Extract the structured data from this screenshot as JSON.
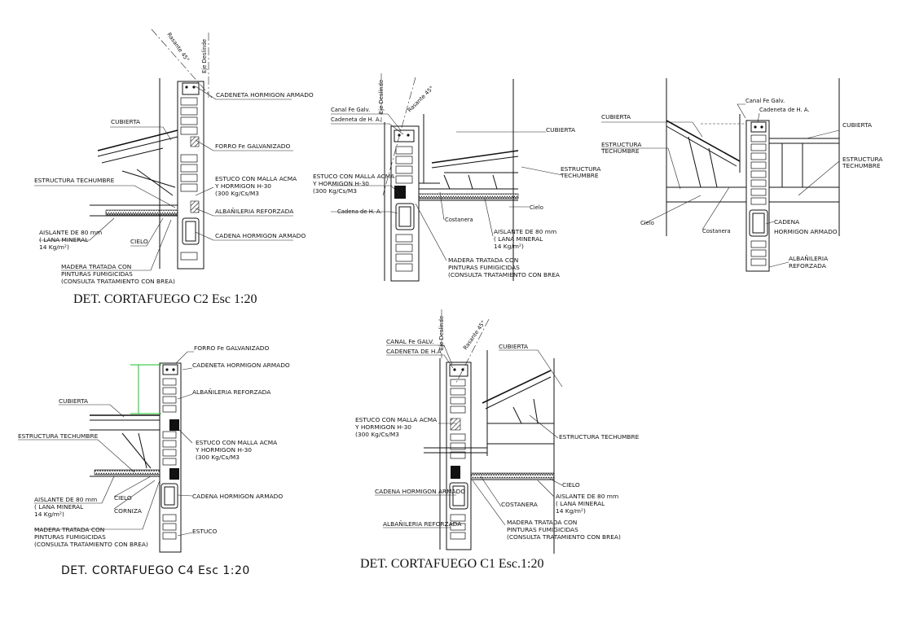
{
  "colors": {
    "ink": "#111111",
    "dim_line": "#16c226",
    "background": "#ffffff"
  },
  "details": {
    "c2": {
      "title": "DET. CORTAFUEGO C2  Esc 1:20",
      "rasante": "Rasante 45°",
      "eje": "Eje Deslinde",
      "labels": {
        "cadeneta": "CADENETA HORMIGON ARMADO",
        "cubierta": "CUBIERTA",
        "forro": "FORRO Fe GALVANIZADO",
        "estructura": "ESTRUCTURA TECHUMBRE",
        "estuco1": "ESTUCO CON MALLA ACMA",
        "estuco2": "Y HORMIGON H-30",
        "estuco3": "(300 Kg/Cs/M3",
        "albanileria": "ALBAÑILERIA REFORZADA",
        "aislante1": "AISLANTE DE 80 mm",
        "aislante2": "( LANA MINERAL",
        "aislante3": "14 Kg/m²)",
        "cielo": "CIELO",
        "cadena": "CADENA HORMIGON ARMADO",
        "madera1": "MADERA TRATADA CON",
        "madera2": "PINTURAS FUMIGICIDAS",
        "madera3": "(CONSULTA TRATAMIENTO CON BREA)"
      }
    },
    "c3": {
      "eje": "Eje Deslinde",
      "rasante": "Rasante 45°",
      "labels": {
        "canal": "Canal Fe Galv.",
        "cadeneta": "Cadeneta de H. A.",
        "cubierta": "CUBIERTA",
        "estructura1": "ESTRUCTURA",
        "estructura2": "TECHUMBRE",
        "estuco1": "ESTUCO CON MALLA ACMA",
        "estuco2": "Y HORMIGON H-30",
        "estuco3": "(300 Kg/Cs/M3",
        "cielo": "Cielo",
        "cadena": "Cadena de H. A.",
        "costanera": "Costanera",
        "aislante1": "AISLANTE DE 80 mm",
        "aislante2": "( LANA MINERAL",
        "aislante3": "14 Kg/m²)",
        "madera1": "MADERA TRATADA CON",
        "madera2": "PINTURAS FUMIGICIDAS",
        "madera3": "(CONSULTA TRATAMIENTO CON BREA"
      }
    },
    "c5": {
      "labels": {
        "canal": "Canal Fe Galv.",
        "cadeneta": "Cadeneta de H. A.",
        "cubierta_l": "CUBIERTA",
        "cubierta_r": "CUBIERTA",
        "estructura_l1": "ESTRUCTURA",
        "estructura_l2": "TECHUMBRE",
        "estructura_r1": "ESTRUCTURA",
        "estructura_r2": "TECHUMBRE",
        "cielo": "Cielo",
        "costanera": "Costanera",
        "cadena1": "CADENA",
        "cadena2": "HORMIGON ARMADO",
        "albanileria1": "ALBAÑILERIA",
        "albanileria2": "REFORZADA"
      }
    },
    "c4": {
      "title": "DET. CORTAFUEGO C4   Esc 1:20",
      "labels": {
        "forro": "FORRO Fe GALVANIZADO",
        "cadeneta": "CADENETA HORMIGON ARMADO",
        "albanileria": "ALBAÑILERIA REFORZADA",
        "cubierta": "CUBIERTA",
        "estructura": "ESTRUCTURA TECHUMBRE",
        "estuco1": "ESTUCO CON MALLA ACMA",
        "estuco2": "Y HORMIGON H-30",
        "estuco3": "(300 Kg/Cs/M3",
        "aislante1": "AISLANTE DE 80 mm",
        "aislante2": "( LANA MINERAL",
        "aislante3": "14 Kg/m²)",
        "cielo": "CIELO",
        "cornisa": "CORNIZA",
        "cadena": "CADENA HORMIGON ARMADO",
        "madera1": "MADERA TRATADA CON",
        "madera2": "PINTURAS FUMIGICIDAS",
        "madera3": "(CONSULTA TRATAMIENTO CON BREA)",
        "estuco": "ESTUCO"
      }
    },
    "c1": {
      "title": "DET. CORTAFUEGO C1 Esc.1:20",
      "eje": "Eje Deslinde",
      "rasante": "Rasante 45°",
      "labels": {
        "canal": "CANAL Fe GALV.",
        "cadeneta": "CADENETA DE H.A",
        "cubierta": "CUBIERTA",
        "estuco1": "ESTUCO CON MALLA ACMA",
        "estuco2": "Y HORMIGON H-30",
        "estuco3": "(300 Kg/Cs/M3",
        "estructura": "ESTRUCTURA TECHUMBRE",
        "cielo": "CIELO",
        "cadena": "CADENA HORMIGON ARMADO",
        "costanera": "COSTANERA",
        "aislante1": "AISLANTE DE 80 mm",
        "aislante2": "( LANA MINERAL",
        "aislante3": "14 Kg/m²)",
        "albanileria": "ALBAÑILERIA REFORZADA",
        "madera1": "MADERA TRATADA CON",
        "madera2": "PINTURAS FUMIGICIDAS",
        "madera3": "(CONSULTA TRATAMIENTO CON BREA)"
      }
    }
  }
}
